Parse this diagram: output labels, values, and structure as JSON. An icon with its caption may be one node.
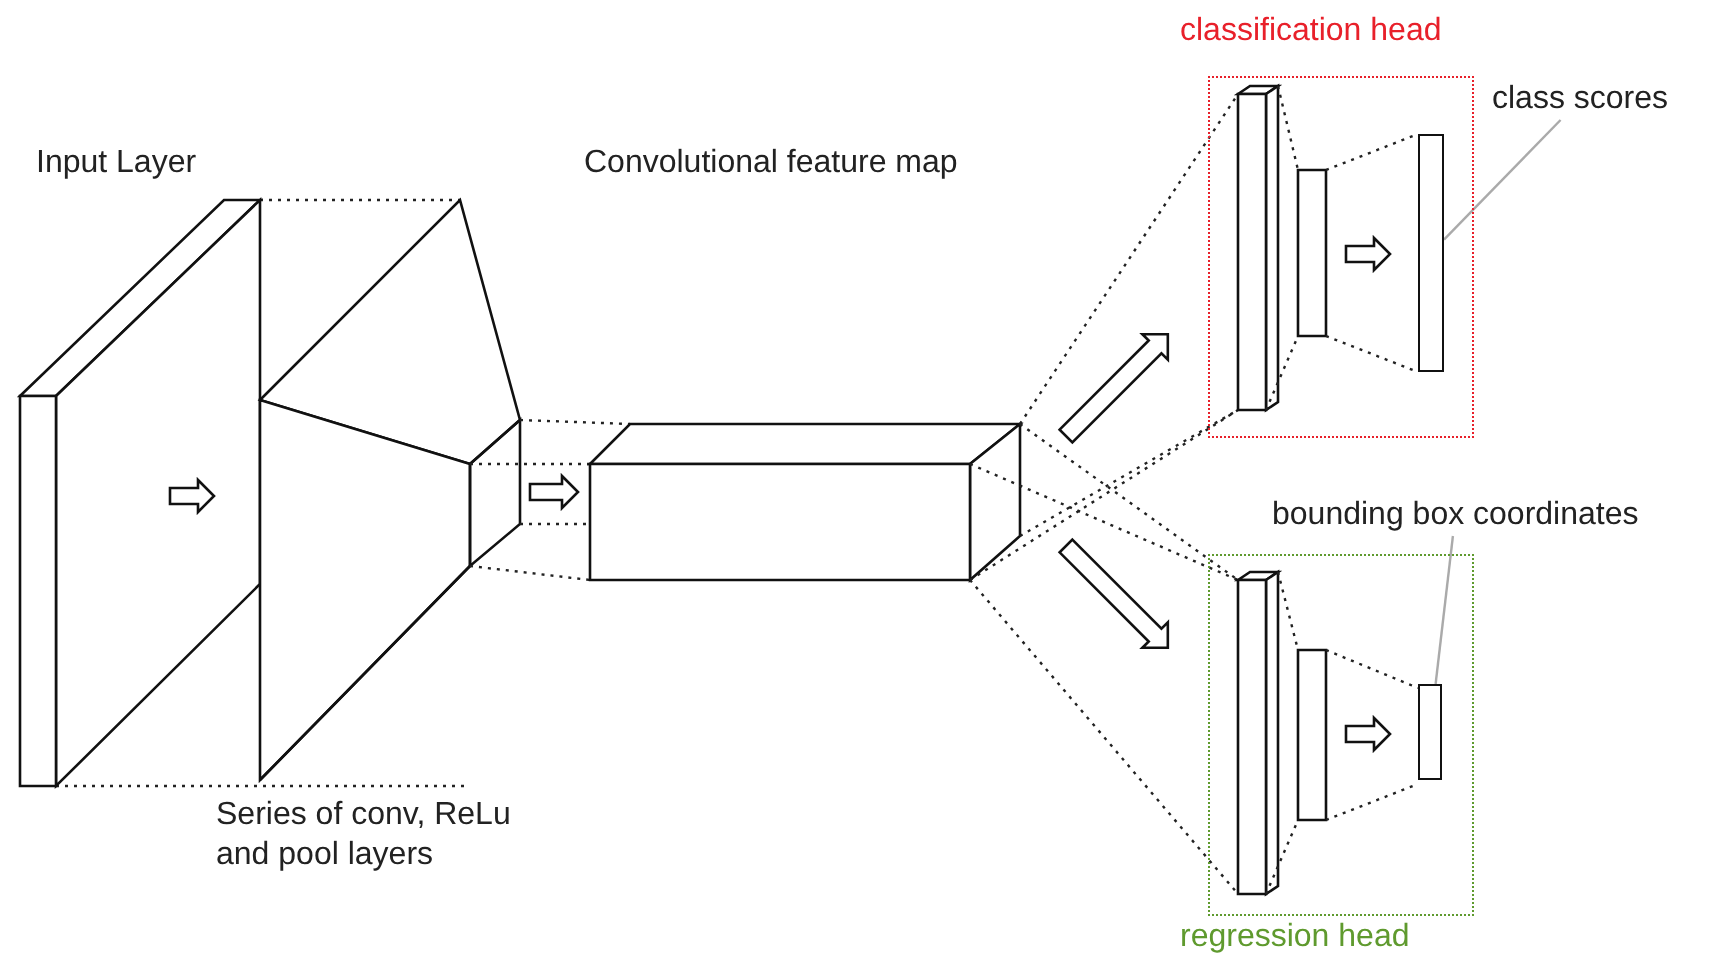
{
  "diagram": {
    "nodes": [
      {
        "text": [
          "classification head"
        ]
      },
      {
        "text": [],
        "shape": "bar",
        "in": 0
      },
      {
        "text": [
          "regression head"
        ]
      },
      {
        "text": [],
        "shape": "bar",
        "in": 2
      },
      {
        "text": [
          "class scores"
        ]
      },
      {
        "text": [
          "bounding box coordinates"
        ]
      }
    ],
    "edges": [
      {
        "from": 4,
        "to": 1,
        "arrow": "none"
      },
      {
        "from": 5,
        "to": 3,
        "arrow": "none"
      }
    ],
    "labels": [
      "Input Layer",
      "Convolutional feature map",
      "Series of conv, ReLu and pool layers"
    ]
  }
}
